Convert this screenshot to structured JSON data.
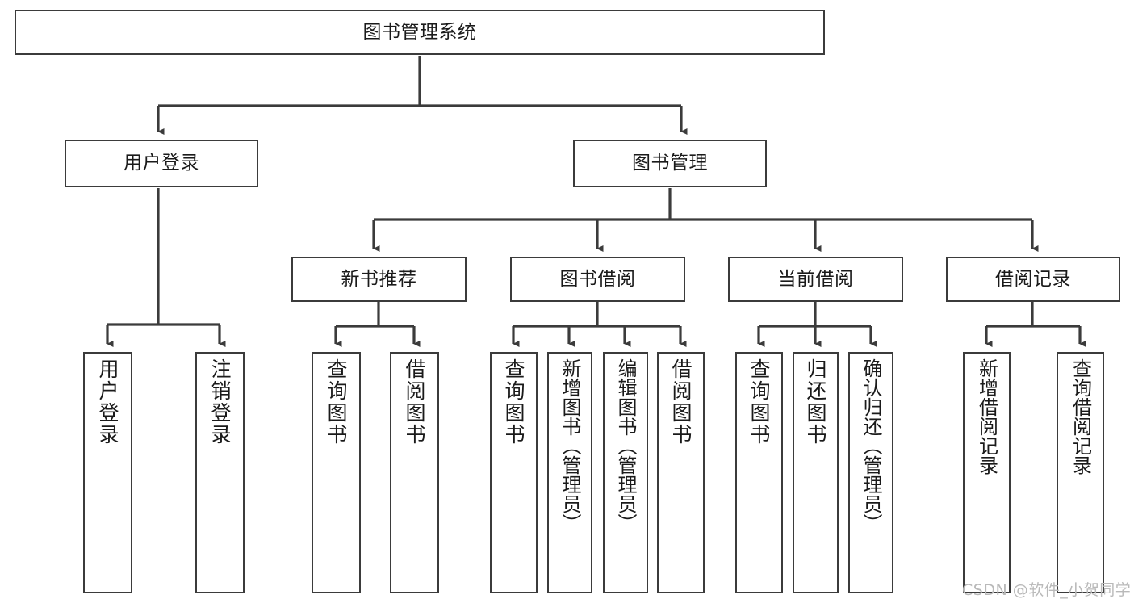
{
  "diagram": {
    "title": "图书管理系统",
    "type": "tree-hierarchy-chart",
    "stroke_color": "#3b3b3b",
    "fill_color": "#ffffff",
    "text_color": "#1a1a1a"
  },
  "nodes": {
    "root": {
      "label": "图书管理系统"
    },
    "level2": [
      {
        "label": "用户登录"
      },
      {
        "label": "图书管理"
      }
    ],
    "level3": [
      {
        "label": "新书推荐"
      },
      {
        "label": "图书借阅"
      },
      {
        "label": "当前借阅"
      },
      {
        "label": "借阅记录"
      }
    ],
    "leaves_user_login": [
      {
        "label": "用户登录"
      },
      {
        "label": "注销登录"
      }
    ],
    "leaves_new_book": [
      {
        "label": "查询图书"
      },
      {
        "label": "借阅图书"
      }
    ],
    "leaves_borrow": [
      {
        "label": "查询图书"
      },
      {
        "label": "新增图书（管理员）"
      },
      {
        "label": "编辑图书（管理员）"
      },
      {
        "label": "借阅图书"
      }
    ],
    "leaves_current": [
      {
        "label": "查询图书"
      },
      {
        "label": "归还图书"
      },
      {
        "label": "确认归还（管理员）"
      }
    ],
    "leaves_record": [
      {
        "label": "新增借阅记录"
      },
      {
        "label": "查询借阅记录"
      }
    ]
  },
  "watermark": {
    "text": "CSDN @软件_小贺同学"
  }
}
